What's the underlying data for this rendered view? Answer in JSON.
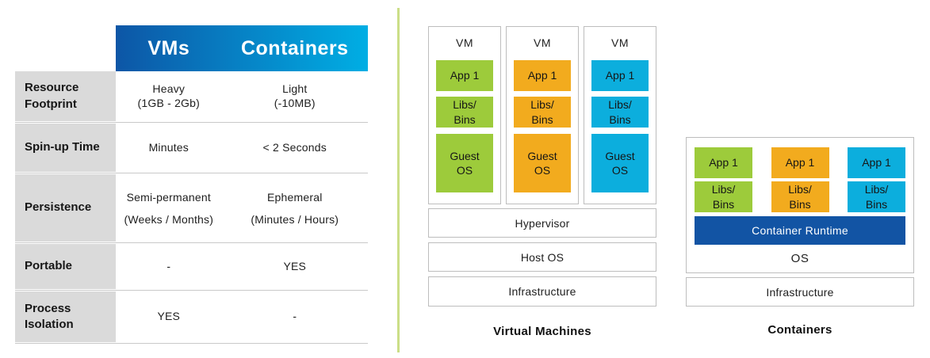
{
  "comparison_table": {
    "header": {
      "vms": "VMs",
      "containers": "Containers"
    },
    "rows": [
      {
        "label": "Resource\nFootprint",
        "vms": "Heavy\n(1GB - 2Gb)",
        "containers": "Light\n(-10MB)"
      },
      {
        "label": "Spin-up Time",
        "vms": "Minutes",
        "containers": "< 2 Seconds"
      },
      {
        "label": "Persistence",
        "vms": "Semi-permanent\n(Weeks / Months)",
        "containers": "Ephemeral\n(Minutes / Hours)"
      },
      {
        "label": "Portable",
        "vms": "-",
        "containers": "YES"
      },
      {
        "label": "Process\nIsolation",
        "vms": "YES",
        "containers": "-"
      }
    ]
  },
  "vm_diagram": {
    "caption": "Virtual Machines",
    "stacks": [
      {
        "title": "VM",
        "color": "#9dcb3b",
        "app": "App 1",
        "libs": "Libs/\nBins",
        "guest_os": "Guest\nOS"
      },
      {
        "title": "VM",
        "color": "#f2ab1e",
        "app": "App 1",
        "libs": "Libs/\nBins",
        "guest_os": "Guest\nOS"
      },
      {
        "title": "VM",
        "color": "#0caedd",
        "app": "App 1",
        "libs": "Libs/\nBins",
        "guest_os": "Guest\nOS"
      }
    ],
    "layers": [
      "Hypervisor",
      "Host OS",
      "Infrastructure"
    ]
  },
  "containers_diagram": {
    "caption": "Containers",
    "columns": [
      {
        "color": "#9dcb3b",
        "app": "App 1",
        "libs": "Libs/\nBins"
      },
      {
        "color": "#f2ab1e",
        "app": "App 1",
        "libs": "Libs/\nBins"
      },
      {
        "color": "#0caedd",
        "app": "App 1",
        "libs": "Libs/\nBins"
      }
    ],
    "runtime": {
      "label": "Container Runtime",
      "color": "#1254a4"
    },
    "os_label": "OS",
    "infrastructure_label": "Infrastructure"
  },
  "colors": {
    "header_gradient_start": "#0d56a6",
    "header_gradient_end": "#00aee4",
    "label_cell_bg": "#dadada",
    "divider": "#cbde87",
    "green": "#9dcb3b",
    "orange": "#f2ab1e",
    "cyan": "#0caedd",
    "dark_blue": "#1254a4"
  }
}
